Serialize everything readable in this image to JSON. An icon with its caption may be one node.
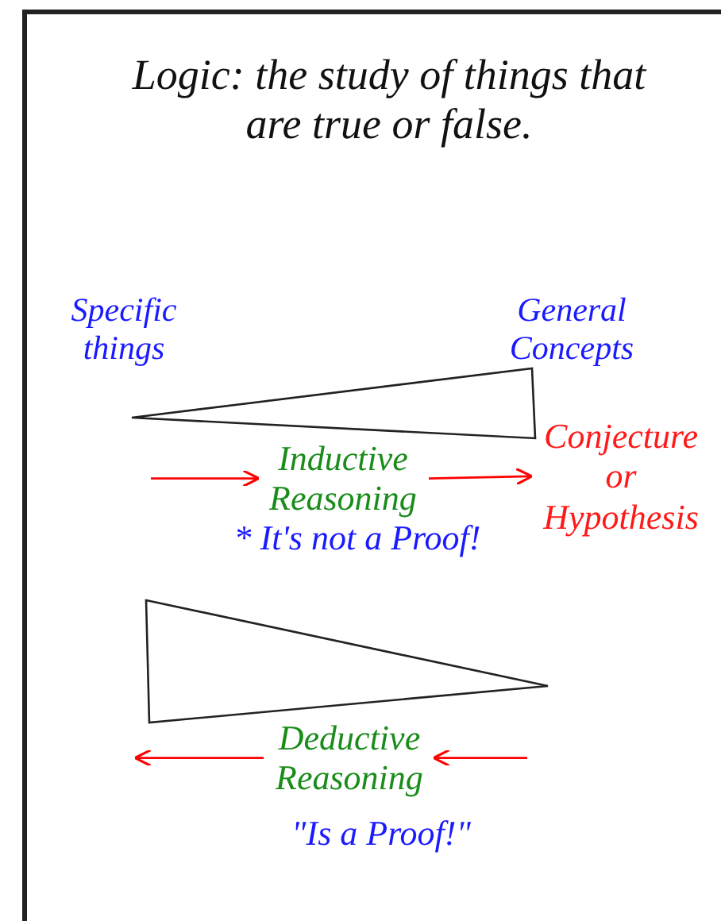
{
  "diagram": {
    "title": "Logic: the study of things that are true or false.",
    "nodes": [
      {
        "text": [
          "Inductive Reasoning"
        ],
        "beside": [
          "* It's not a Proof!"
        ]
      },
      {
        "text": [
          "Conjecture or Hypothesis"
        ]
      },
      {
        "text": [
          "Deductive Reasoning"
        ],
        "beside": [
          "\"Is a Proof!\""
        ]
      }
    ],
    "edges": [
      {
        "from": null,
        "to": 0,
        "arrow": "to"
      },
      {
        "from": 0,
        "to": 1,
        "arrow": "to"
      },
      {
        "from": null,
        "to": 2,
        "arrow": "to"
      },
      {
        "from": 2,
        "to": null,
        "arrow": "to"
      }
    ],
    "labels": [
      "Specific things",
      "General Concepts"
    ]
  }
}
